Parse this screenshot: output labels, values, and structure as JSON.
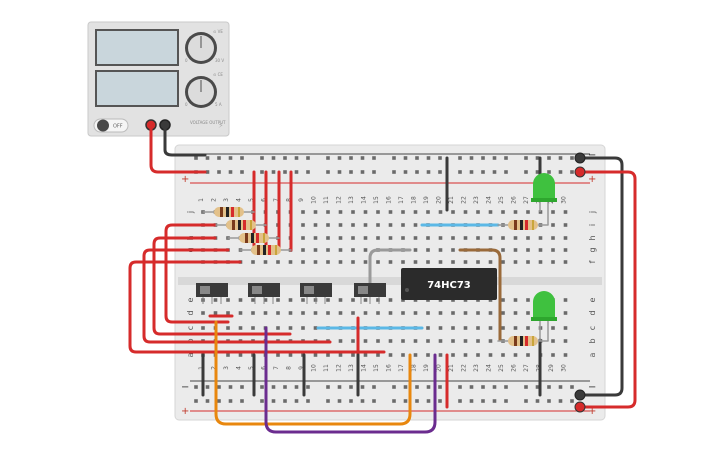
{
  "power_supply": {
    "voltage_knob_label": "⊙ VE",
    "voltage_unit": "30 V",
    "voltage_zero": "0",
    "current_knob_label": "⊙ CE",
    "current_unit": "5 A",
    "current_zero": "0",
    "switch_label": "OFF",
    "brand_text": "VOLTAGE OUTPUT"
  },
  "chip": {
    "label": "74HC73"
  },
  "breadboard": {
    "rail_minus": "−",
    "rail_plus": "+",
    "top_row_letters": [
      "j",
      "i",
      "h",
      "g",
      "f"
    ],
    "bottom_row_letters": [
      "e",
      "d",
      "c",
      "b",
      "a"
    ],
    "column_numbers": [
      "1",
      "2",
      "3",
      "4",
      "5",
      "6",
      "7",
      "8",
      "9",
      "10",
      "11",
      "12",
      "13",
      "14",
      "15",
      "16",
      "17",
      "18",
      "19",
      "20",
      "21",
      "22",
      "23",
      "24",
      "25",
      "26",
      "27",
      "28",
      "29",
      "30"
    ]
  },
  "colors": {
    "wire_red": "#d62b2b",
    "wire_black": "#3a3a3a",
    "wire_orange": "#e8870e",
    "wire_purple": "#6b2c8f",
    "wire_blue": "#5bb8e6",
    "wire_gray": "#9a9a9a",
    "wire_brown": "#9a6a3a",
    "led_green": "#3fc13f",
    "chip_body": "#2b2b2b",
    "breadboard": "#ebebeb"
  }
}
